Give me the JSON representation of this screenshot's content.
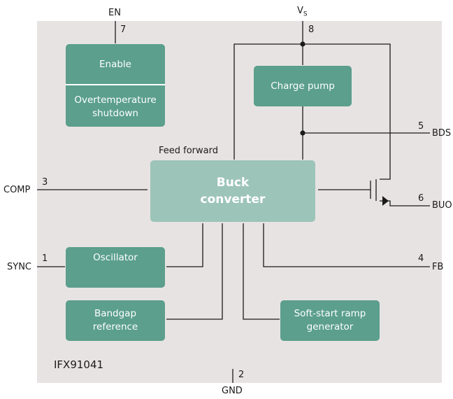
{
  "chip": {
    "name": "IFX91041"
  },
  "blocks": {
    "enable": "Enable",
    "overtemp_line1": "Overtemperature",
    "overtemp_line2": "shutdown",
    "charge_pump": "Charge pump",
    "buck_line1": "Buck",
    "buck_line2": "converter",
    "oscillator": "Oscillator",
    "bandgap_line1": "Bandgap",
    "bandgap_line2": "reference",
    "softstart_line1": "Soft-start ramp",
    "softstart_line2": "generator"
  },
  "labels": {
    "feed_forward": "Feed forward"
  },
  "pins": {
    "en": {
      "name": "EN",
      "number": "7"
    },
    "vs": {
      "name": "V",
      "sub": "S",
      "number": "8"
    },
    "bds": {
      "name": "BDS",
      "number": "5"
    },
    "comp": {
      "name": "COMP",
      "number": "3"
    },
    "buo": {
      "name": "BUO",
      "number": "6"
    },
    "sync": {
      "name": "SYNC",
      "number": "1"
    },
    "fb": {
      "name": "FB",
      "number": "4"
    },
    "gnd": {
      "name": "GND",
      "number": "2"
    }
  },
  "colors": {
    "block": "#5b9f8c",
    "buck": "#9dc4b9",
    "chip": "#e8e3e3",
    "wire": "#1a1a1a"
  }
}
